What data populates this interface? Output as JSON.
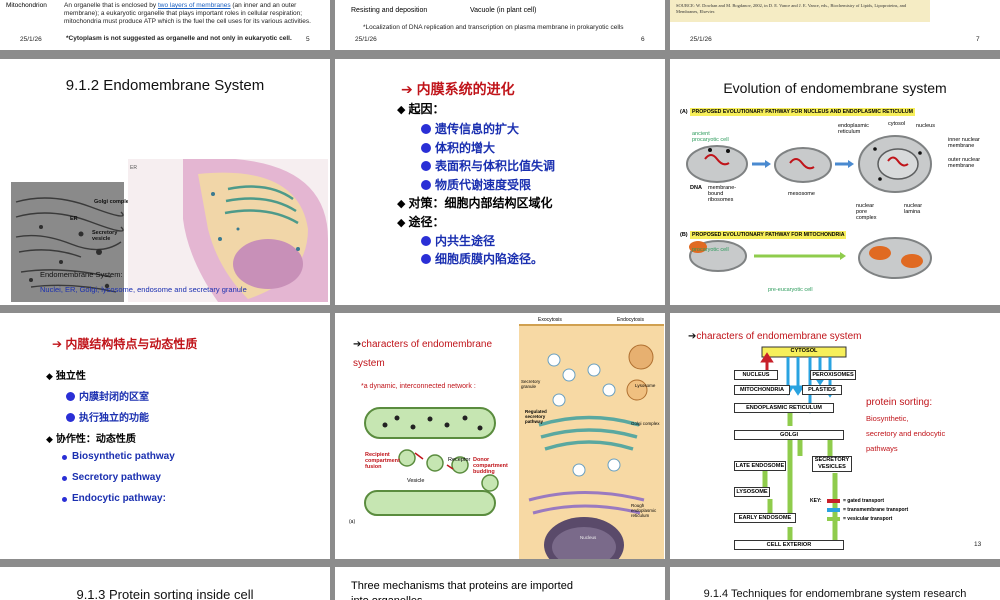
{
  "row0": {
    "s1": {
      "term": "Mitochondrion",
      "def_before": "An organelle that is enclosed by ",
      "def_link": "two layers of membranes",
      "def_after": " (an inner and an outer membrane); a eukaryotic organelle that plays important roles in cellular respiration; mitochondria must produce ATP which is the fuel the cell uses for its various activities.",
      "note": "*Cytoplasm is not suggested as organelle and not only in eukaryotic cell.",
      "date": "25/1/26",
      "page": "5"
    },
    "s2": {
      "col1": "Resisting and deposition",
      "col2": "Vacuole (in plant cell)",
      "note": "*Localization of DNA replication and transcription on plasma membrane in prokaryotic cells",
      "date": "25/1/26",
      "page": "6"
    },
    "s3": {
      "source": "SOURCE: W. Dowhan and M. Bogdanov, 2002, in D. E. Vance and J. E. Vance, eds., Biochemistry of Lipids, Lipoproteins, and Membranes, Elsevier.",
      "date": "25/1/26",
      "page": "7"
    }
  },
  "s4": {
    "title": "9.1.2 Endomembrane System",
    "img_labels": [
      "Golgi complex",
      "ER",
      "Secretory vesicle"
    ],
    "caption": "Endomembrane System:",
    "subcaption": "Nuclei, ER, Golgi, lysosome, endosome and secretary granule"
  },
  "s5": {
    "title": "内膜系统的进化",
    "cause": "起因：",
    "items": [
      "遗传信息的扩大",
      "体积的增大",
      "表面积与体积比值失调",
      "物质代谢速度受限"
    ],
    "strategy": "对策：细胞内部结构区域化",
    "path": "途径：",
    "paths": [
      "内共生途径",
      "细胞质膜内陷途径。"
    ]
  },
  "s6": {
    "title": "Evolution of endomembrane system",
    "panelA_label": "(A)",
    "panelA_title": "PROPOSED EVOLUTIONARY PATHWAY FOR NUCLEUS AND ENDOPLASMIC RETICULUM",
    "ancient": "ancient procaryotic cell",
    "dna": "DNA",
    "ribo": "membrane-bound ribosomes",
    "er": "endoplasmic reticulum",
    "cytosol": "cytosol",
    "nucleus": "nucleus",
    "inner": "inner nuclear membrane",
    "outer": "outer nuclear membrane",
    "meso": "mesosome",
    "pore": "nuclear pore complex",
    "lamina": "nuclear lamina",
    "panelB_label": "(B)",
    "panelB_title": "PROPOSED EVOLUTIONARY PATHWAY FOR MITOCHONDRIA",
    "procell": "procaryotic cell",
    "preeu": "pre-eucaryotic cell"
  },
  "s7": {
    "title": "内膜结构特点与动态性质",
    "h1": "独立性",
    "i1": [
      "内膜封闭的区室",
      "执行独立的功能"
    ],
    "h2": "协作性：动态性质",
    "i2": [
      "Biosynthetic pathway",
      "Secretory pathway",
      "Endocytic pathway:"
    ]
  },
  "s8": {
    "title": "characters of endomembrane system",
    "subtitle": "*a dynamic, interconnected network :",
    "recipient": "Recipient compartment fusion",
    "receptor": "Receptor",
    "donor": "Donor compartment budding",
    "vesicle": "Vesicle",
    "panel": "(a)",
    "exo": "Exocytosis",
    "endo": "Endocytosis",
    "secg": "Secretory granule",
    "regsec": "Regulated secretory pathway",
    "golgi": "Golgi complex",
    "rough": "Rough endoplasmic reticulum",
    "nucleus": "Nucleus",
    "lyso": "Lysosome"
  },
  "s9": {
    "title": "characters of endomembrane system",
    "boxes": {
      "cytosol": "CYTOSOL",
      "nucleus": "NUCLEUS",
      "perox": "PEROXISOMES",
      "mito": "MITOCHONDRIA",
      "plast": "PLASTIDS",
      "er": "ENDOPLASMIC RETICULUM",
      "golgi": "GOLGI",
      "late": "LATE ENDOSOME",
      "secv": "SECRETORY VESICLES",
      "lyso": "LYSOSOME",
      "early": "EARLY ENDOSOME",
      "ext": "CELL EXTERIOR"
    },
    "ps_title": "protein sorting:",
    "ps_lines": [
      "Biosynthetic,",
      "secretory and endocytic",
      "pathways"
    ],
    "key": "KEY:",
    "key_items": [
      "= gated transport",
      "= transmembrane transport",
      "= vesicular transport"
    ],
    "page": "13",
    "colors": {
      "gated": "#c8202a",
      "trans": "#29a3e0",
      "vesic": "#8fcc4c"
    }
  },
  "row4": {
    "s10": "9.1.3 Protein sorting inside cell",
    "s11": "Three mechanisms that proteins are imported into organelles",
    "s12": "9.1.4 Techniques for endomembrane system research"
  }
}
